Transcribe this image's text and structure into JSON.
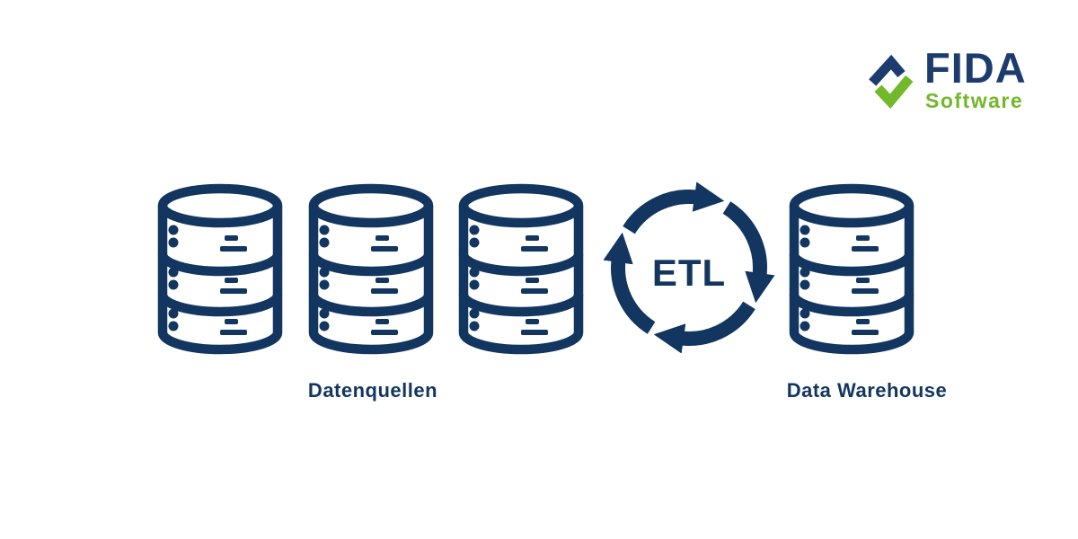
{
  "colors": {
    "background": "#ffffff",
    "navy": "#12365f",
    "logoNavy": "#1d3c6e",
    "green": "#72b82a"
  },
  "logo": {
    "brand": "FIDA",
    "subtitle": "Software",
    "mark_icon": "check-diamond-icon"
  },
  "diagram": {
    "sources": {
      "label": "Datenquellen",
      "count": 3,
      "icon": "database-cylinder-icon"
    },
    "etl": {
      "label": "ETL",
      "icon": "cycle-arrows-icon"
    },
    "warehouse": {
      "label": "Data Warehouse",
      "count": 1,
      "icon": "database-cylinder-icon"
    }
  }
}
